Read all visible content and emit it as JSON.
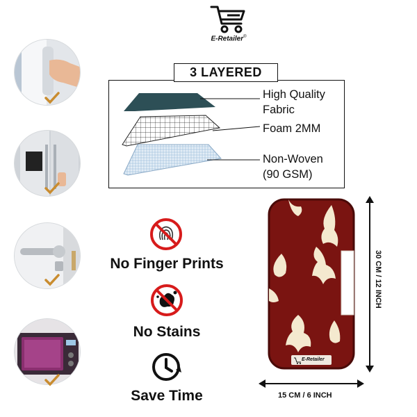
{
  "logo": {
    "brand": "E-Retailer",
    "mark": "®"
  },
  "layers": {
    "title": "3 LAYERED",
    "items": [
      {
        "line1": "High Quality",
        "line2": "Fabric"
      },
      {
        "line1": "Foam 2MM",
        "line2": ""
      },
      {
        "line1": "Non-Woven",
        "line2": "(90 GSM)"
      }
    ]
  },
  "features": [
    {
      "label": "No Finger Prints",
      "icon": "no-fingerprint-icon"
    },
    {
      "label": "No Stains",
      "icon": "no-stain-icon"
    },
    {
      "label": "Save Time",
      "icon": "clock-icon"
    }
  ],
  "product": {
    "tag": "E-Retailer",
    "height_label": "30 CM / 12 INCH",
    "width_label": "15 CM / 6 INCH"
  },
  "colors": {
    "maroon": "#7a1411",
    "cream": "#f4e9cf",
    "prohibit_red": "#d71b1b",
    "check_orange": "#c98c2f"
  }
}
